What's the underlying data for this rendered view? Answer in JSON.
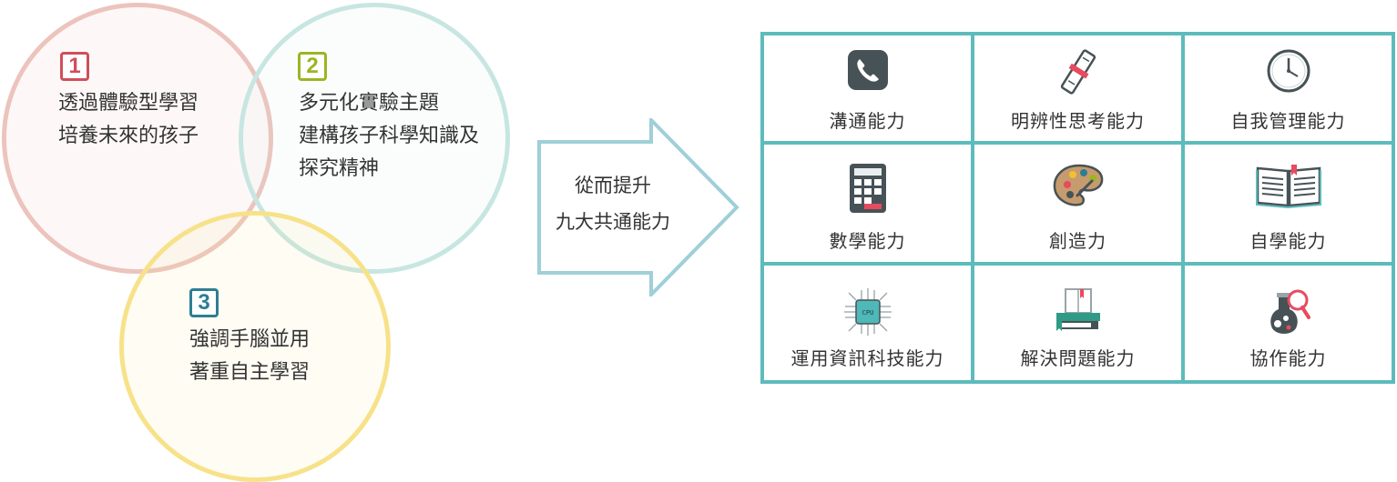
{
  "venn": {
    "items": [
      {
        "number": "1",
        "lines": [
          "透過體驗型學習",
          "培養未來的孩子"
        ]
      },
      {
        "number": "2",
        "lines": [
          "多元化實驗主題",
          "建構孩子科學知識及",
          "探究精神"
        ]
      },
      {
        "number": "3",
        "lines": [
          "強調手腦並用",
          "著重自主學習"
        ]
      }
    ]
  },
  "arrow": {
    "lines": [
      "從而提升",
      "九大共通能力"
    ]
  },
  "abilities": [
    {
      "label": "溝通能力",
      "icon": "phone-icon"
    },
    {
      "label": "明辨性思考能力",
      "icon": "diploma-icon"
    },
    {
      "label": "自我管理能力",
      "icon": "clock-icon"
    },
    {
      "label": "數學能力",
      "icon": "calculator-icon"
    },
    {
      "label": "創造力",
      "icon": "palette-icon"
    },
    {
      "label": "自學能力",
      "icon": "book-icon"
    },
    {
      "label": "運用資訊科技能力",
      "icon": "cpu-icon"
    },
    {
      "label": "解決問題能力",
      "icon": "books-icon"
    },
    {
      "label": "協作能力",
      "icon": "science-icon"
    }
  ],
  "colors": {
    "grid": "#5dbbbc",
    "circle1": "#ecc4bd",
    "circle2": "#c7e6e2",
    "circle3": "#f7e28a",
    "num1": "#d04f5b",
    "num2": "#9bb523",
    "num3": "#2d7e93"
  }
}
